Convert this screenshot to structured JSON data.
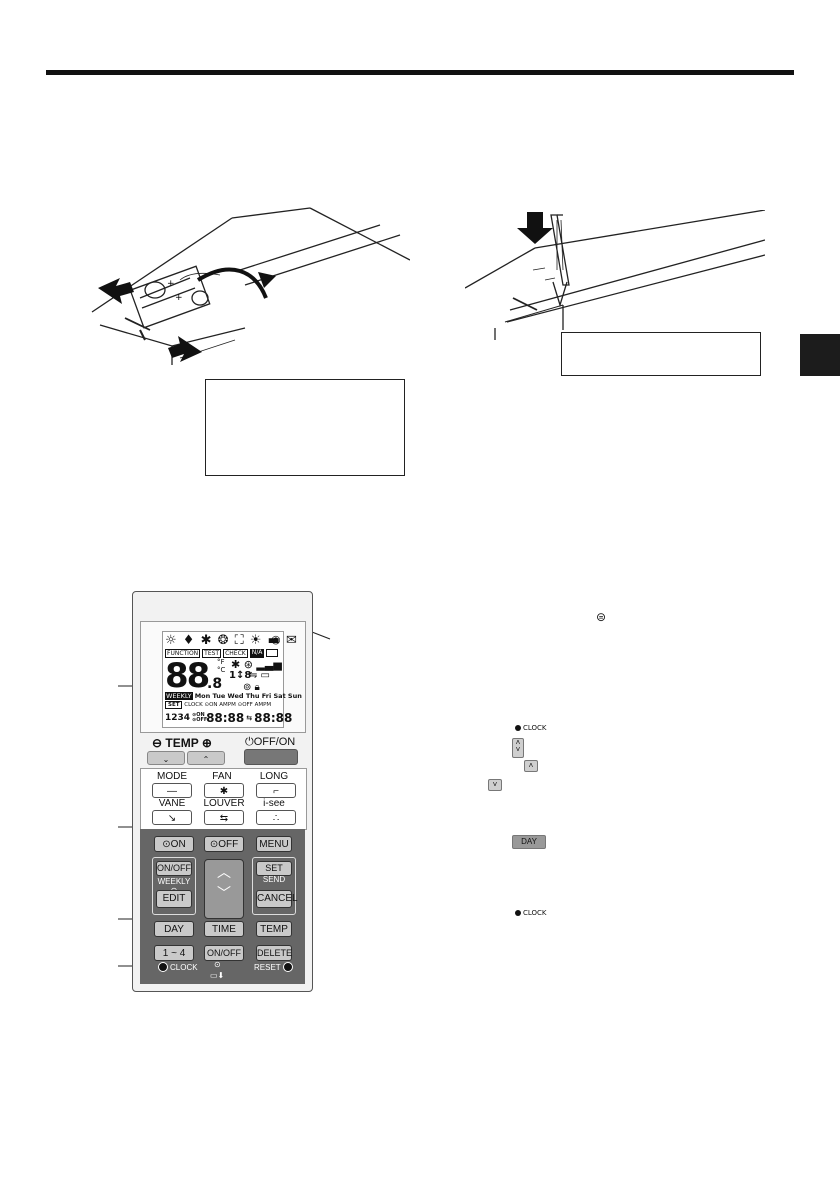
{
  "remote": {
    "lcd": {
      "tags": [
        "FUNCTION",
        "TEST",
        "CHECK",
        "N/A"
      ],
      "big_digits": "88",
      "small_digit": ".8",
      "units": "°F °C",
      "vane_value": "1↕8",
      "weekly_tag": "WEEKLY",
      "days": "Mon Tue Wed Thu Fri Sat Sun",
      "set_tag": "SET",
      "clock_line": "CLOCK ⊙ON  AMPM  ⊙OFF AMPM",
      "program_numbers": "1234",
      "on_off_labels": "⊙ON ⊙OFF",
      "time_left": "88:88",
      "time_right": "88:88"
    },
    "temp_label": "⊖ TEMP ⊕",
    "offon_label": "⏻OFF/ON",
    "row1_labels": [
      "MODE",
      "FAN",
      "LONG"
    ],
    "row2_labels": [
      "VANE",
      "LOUVER",
      "i-see"
    ],
    "on_timer": "⊙ON",
    "off_timer": "⊙OFF",
    "menu": "MENU",
    "weekly_onoff": "ON/OFF",
    "weekly_label": "WEEKLY ⊙",
    "edit": "EDIT",
    "set": "SET",
    "send": "SEND",
    "cancel": "CANCEL",
    "day": "DAY",
    "time": "TIME",
    "temp": "TEMP",
    "prog": "1 ~ 4",
    "timer_onoff": "ON/OFF",
    "clock": "CLOCK",
    "reset": "RESET"
  },
  "inline": {
    "clock_a": "CLOCK",
    "day_button": "DAY",
    "clock_b": "CLOCK"
  },
  "colors": {
    "panel_dark": "#666666",
    "panel_light": "#f2f2f2",
    "button_gray": "#c9c9c9"
  }
}
